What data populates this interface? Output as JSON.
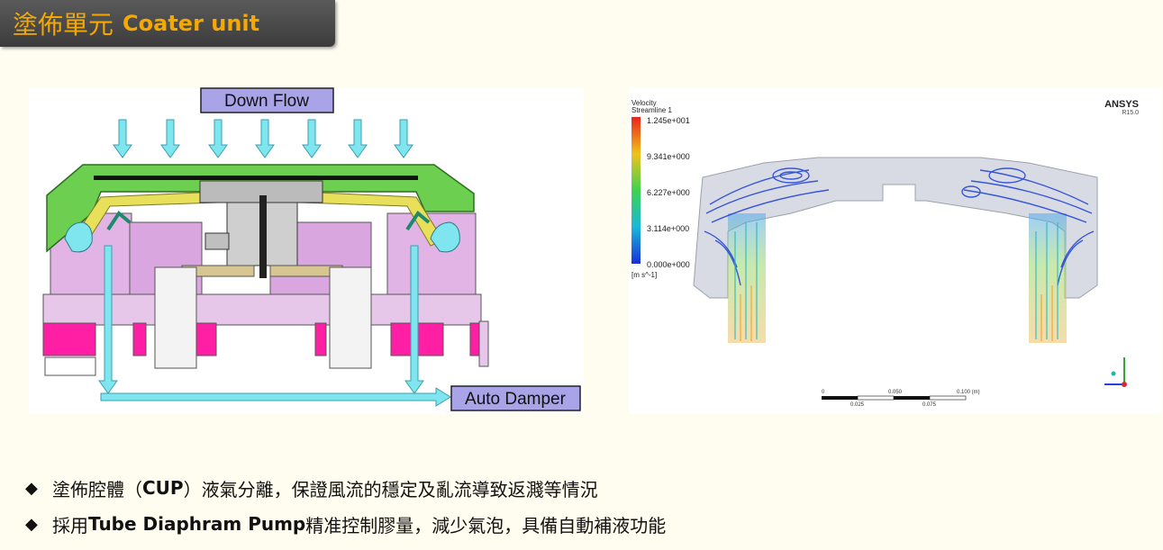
{
  "header": {
    "title_cn": "塗佈單元",
    "title_en": "Coater unit"
  },
  "diagram": {
    "down_flow_label": "Down Flow",
    "auto_damper_label": "Auto Damper"
  },
  "simulation": {
    "legend_title": "Velocity",
    "legend_subtitle": "Streamline 1",
    "legend_values": [
      "1.245e+001",
      "9.341e+000",
      "6.227e+000",
      "3.114e+000",
      "0.000e+000"
    ],
    "legend_unit": "[m s^-1]",
    "brand": "ANSYS",
    "version": "R15.0",
    "scale_top_labels": [
      "0",
      "0.050",
      "0.100  (m)"
    ],
    "scale_bottom_labels": [
      "0.025",
      "0.075"
    ]
  },
  "bullets": [
    {
      "pre": "塗佈腔體（",
      "bold": "CUP",
      "post": "）液氣分離，保證風流的穩定及亂流導致返濺等情況"
    },
    {
      "pre": "採用",
      "bold": "Tube Diaphram Pump",
      "post": "精准控制膠量，減少氣泡，具備自動補液功能"
    }
  ],
  "colors": {
    "title_accent": "#f5a800",
    "title_bg": "#444444",
    "label_fill": "#a9a3e8",
    "arrow": "#7fe6f0",
    "cover_green": "#6ccf4f",
    "chamber_pink": "#e2b4e6",
    "magenta": "#ff1fa5"
  }
}
